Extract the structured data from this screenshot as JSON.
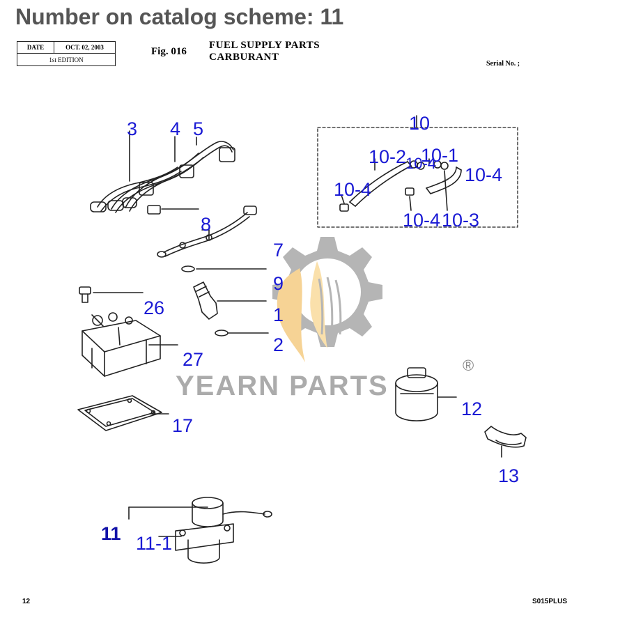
{
  "header": {
    "headline": "Number on catalog scheme: 11",
    "date_label": "DATE",
    "date_value": "OCT. 02, 2003",
    "edition": "1st EDITION",
    "fig_number": "Fig. 016",
    "title_line1": "FUEL SUPPLY PARTS",
    "title_line2": "CARBURANT",
    "serial": "Serial No. ;"
  },
  "callouts": {
    "c3": "3",
    "c4": "4",
    "c5": "5",
    "c8": "8",
    "c7": "7",
    "c9": "9",
    "c26": "26",
    "c1": "1",
    "c2": "2",
    "c27": "27",
    "c17": "17",
    "c10": "10",
    "c10_2": "10-2",
    "c10_1": "10-1",
    "c10_x": "10-4",
    "c10_4a": "10-4",
    "c10_4b": "10-4",
    "c10_4c": "10-4",
    "c10_3": "10-3",
    "c12": "12",
    "c13": "13",
    "c11": "11",
    "c11_1": "11-1"
  },
  "watermark": {
    "brand": "YEARN PARTS",
    "registered": "®"
  },
  "footer": {
    "page": "12",
    "model": "S015PLUS"
  },
  "colors": {
    "callout": "#1a1ad4",
    "watermark_gear": "#8a8a8a",
    "watermark_flame": "#f0b040"
  }
}
